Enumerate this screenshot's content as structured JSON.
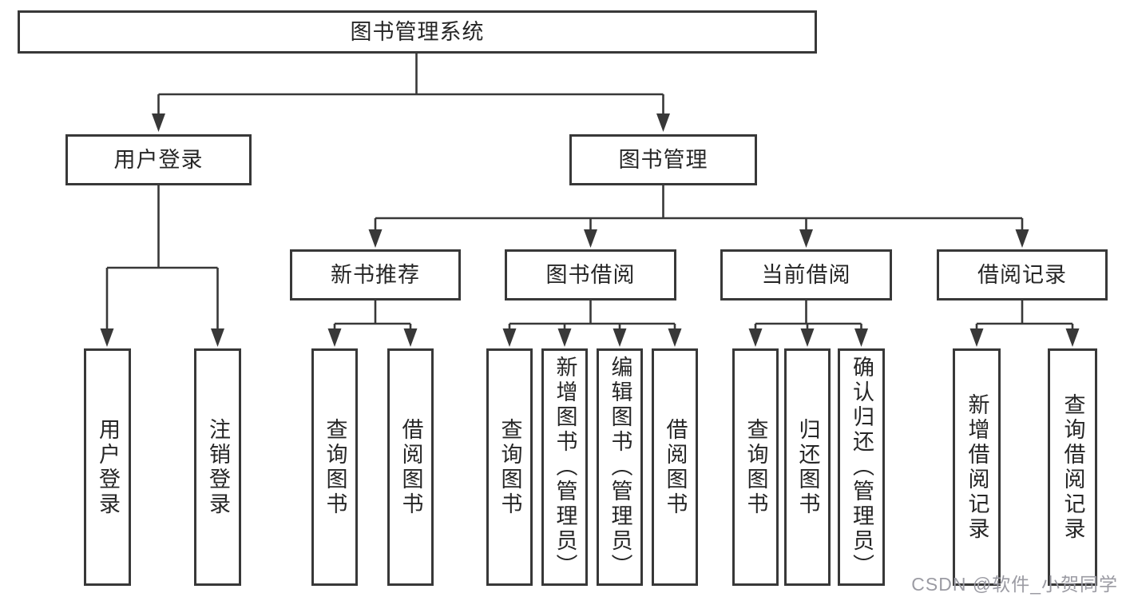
{
  "diagram": {
    "root": {
      "label": "图书管理系统"
    },
    "login": {
      "label": "用户登录",
      "children": {
        "user_login": "用户登录",
        "logout": "注销登录"
      }
    },
    "management": {
      "label": "图书管理",
      "recommend": {
        "label": "新书推荐",
        "children": {
          "query_book": "查询图书",
          "borrow_book": "借阅图书"
        }
      },
      "borrowing": {
        "label": "图书借阅",
        "children": {
          "query_book": "查询图书",
          "add_book_admin": "新增图书（管理员）",
          "edit_book_admin": "编辑图书（管理员）",
          "borrow_book": "借阅图书"
        }
      },
      "current": {
        "label": "当前借阅",
        "children": {
          "query_book": "查询图书",
          "return_book": "归还图书",
          "confirm_return_admin": "确认归还（管理员）"
        }
      },
      "records": {
        "label": "借阅记录",
        "children": {
          "add_record": "新增借阅记录",
          "query_record": "查询借阅记录"
        }
      }
    }
  },
  "watermark": {
    "text": "CSDN @软件_小贺同学"
  },
  "colors": {
    "line": "#383838",
    "text": "#262626",
    "background": "#ffffff",
    "watermark": "#9b9ba3"
  }
}
